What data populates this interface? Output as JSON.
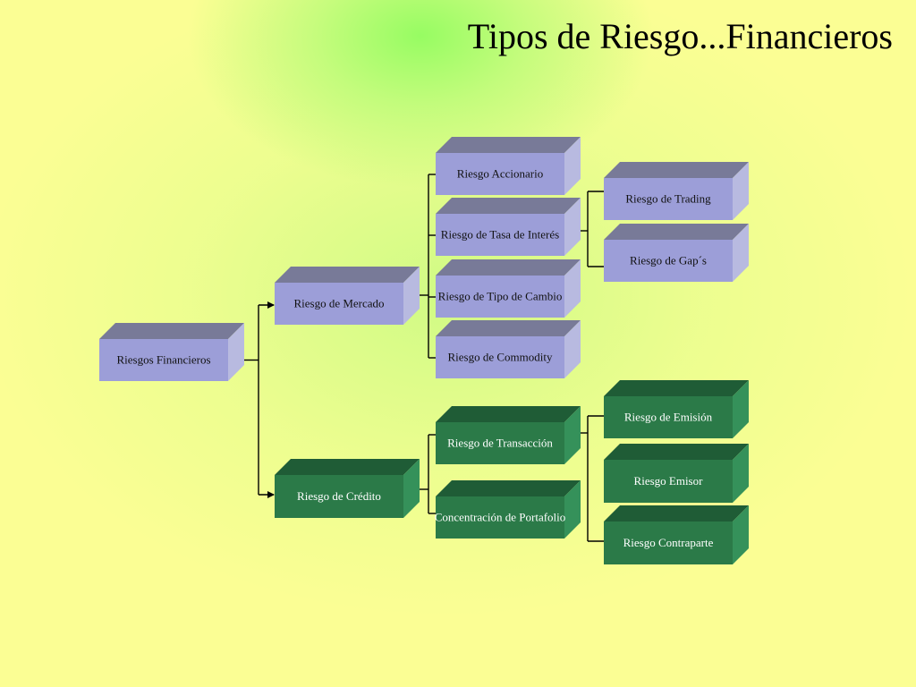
{
  "title": "Tipos de Riesgo...Financieros",
  "colors": {
    "background": "#fbfe94",
    "glow": "#92fc60",
    "purple_front": "#9c9ed8",
    "purple_top": "#787a98",
    "purple_side": "#b8bae0",
    "green_front": "#2b7a48",
    "green_top": "#1f5c36",
    "green_side": "#35915a"
  },
  "nodes": {
    "root": "Riesgos Financieros",
    "mercado": "Riesgo de Mercado",
    "credito": "Riesgo de Crédito",
    "accionario": "Riesgo Accionario",
    "tasa": "Riesgo de Tasa de Interés",
    "tipo_cambio": "Riesgo de Tipo de Cambio",
    "commodity": "Riesgo de Commodity",
    "trading": "Riesgo de Trading",
    "gaps": "Riesgo de Gap´s",
    "transaccion": "Riesgo de Transacción",
    "concentracion": "Concentración de Portafolio",
    "emision": "Riesgo de Emisión",
    "emisor": "Riesgo Emisor",
    "contraparte": "Riesgo Contraparte"
  },
  "edges": [
    [
      "root",
      "mercado"
    ],
    [
      "root",
      "credito"
    ],
    [
      "mercado",
      "accionario"
    ],
    [
      "mercado",
      "tasa"
    ],
    [
      "mercado",
      "tipo_cambio"
    ],
    [
      "mercado",
      "commodity"
    ],
    [
      "tasa",
      "trading"
    ],
    [
      "tasa",
      "gaps"
    ],
    [
      "credito",
      "transaccion"
    ],
    [
      "credito",
      "concentracion"
    ],
    [
      "transaccion",
      "emision"
    ],
    [
      "transaccion",
      "emisor"
    ],
    [
      "transaccion",
      "contraparte"
    ]
  ]
}
